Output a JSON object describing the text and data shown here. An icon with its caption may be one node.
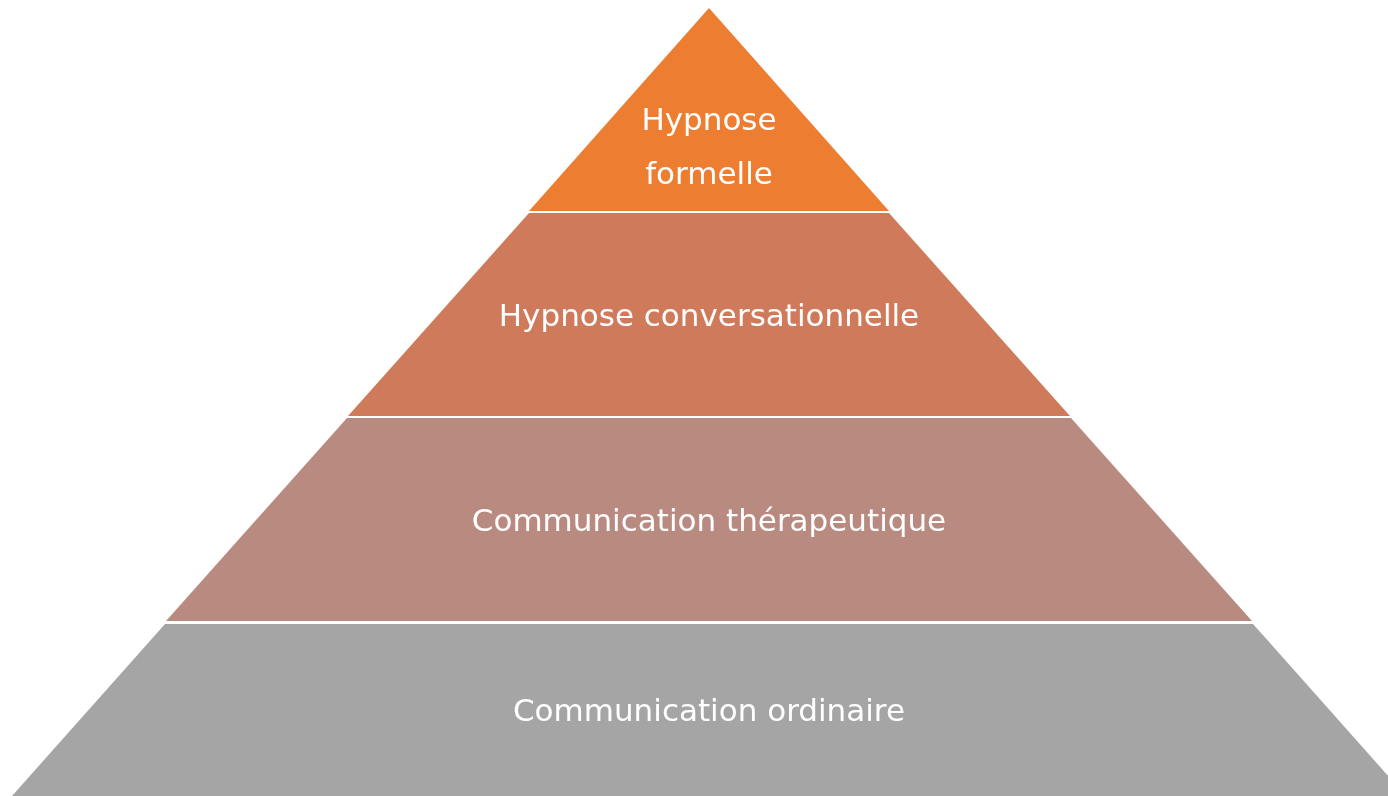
{
  "diagram": {
    "nodes": [
      {
        "text": [
          "Hypnose formelle"
        ]
      },
      {
        "text": [
          "Hypnose conversationnelle"
        ]
      },
      {
        "text": [
          "Communication thérapeutique"
        ]
      },
      {
        "text": [
          "Communication ordinaire"
        ]
      }
    ]
  }
}
